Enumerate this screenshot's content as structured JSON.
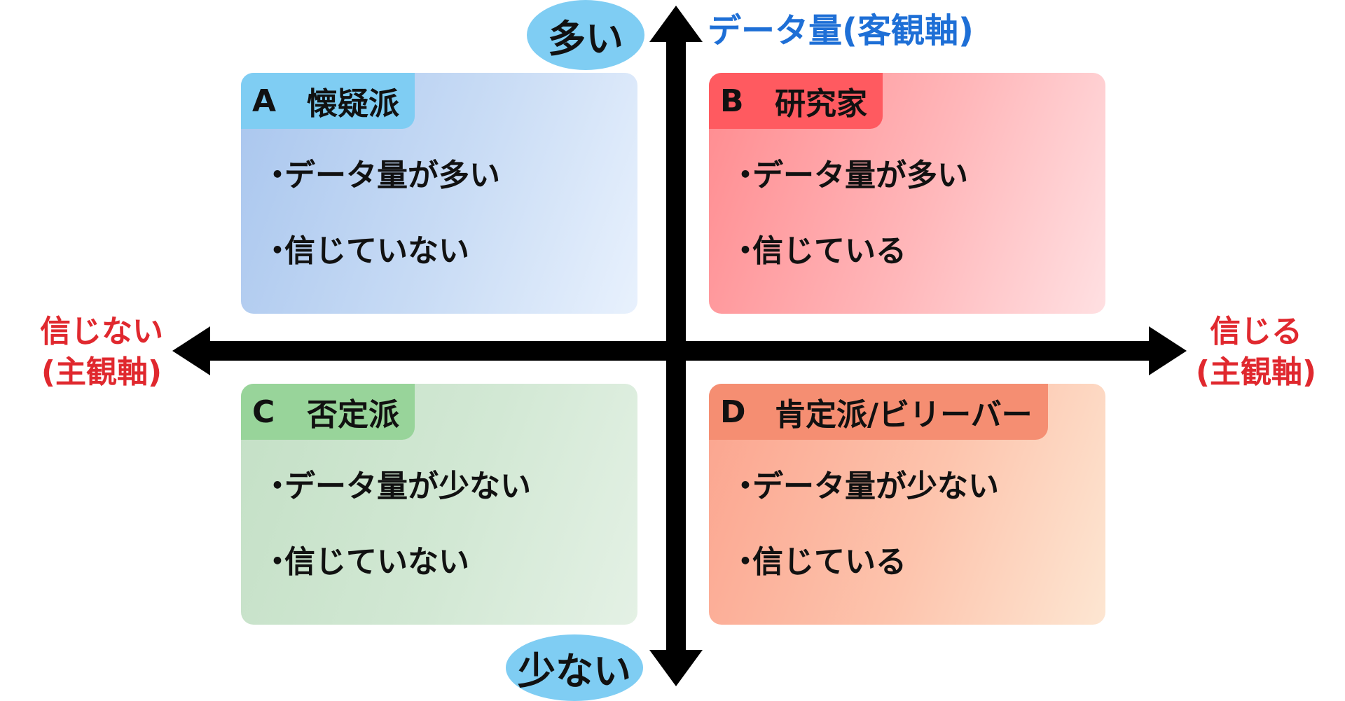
{
  "axes": {
    "vertical": {
      "title": "データ量(客観軸)",
      "top": "多い",
      "bottom": "少ない"
    },
    "horizontal": {
      "left_line1": "信じない",
      "left_line2": "(主観軸)",
      "right_line1": "信じる",
      "right_line2": "(主観軸)"
    }
  },
  "quadrants": [
    {
      "letter": "A",
      "name": "懐疑派",
      "bullet": "・",
      "items": [
        "データ量が多い",
        "信じていない"
      ],
      "color": "#7fcdf3"
    },
    {
      "letter": "B",
      "name": "研究家",
      "bullet": "・",
      "items": [
        "データ量が多い",
        "信じている"
      ],
      "color": "#ff5a60"
    },
    {
      "letter": "C",
      "name": "否定派",
      "bullet": "・",
      "items": [
        "データ量が少ない",
        "信じていない"
      ],
      "color": "#98d49a"
    },
    {
      "letter": "D",
      "name": "肯定派/ビリーバー",
      "bullet": "・",
      "items": [
        "データ量が少ない",
        "信じている"
      ],
      "color": "#f58e72"
    }
  ],
  "colors": {
    "vertical_axis_title": "#1e6fd6",
    "horizontal_axis_labels": "#e0282e",
    "bubble": "#7fcdf3",
    "axis_line": "#000000"
  }
}
